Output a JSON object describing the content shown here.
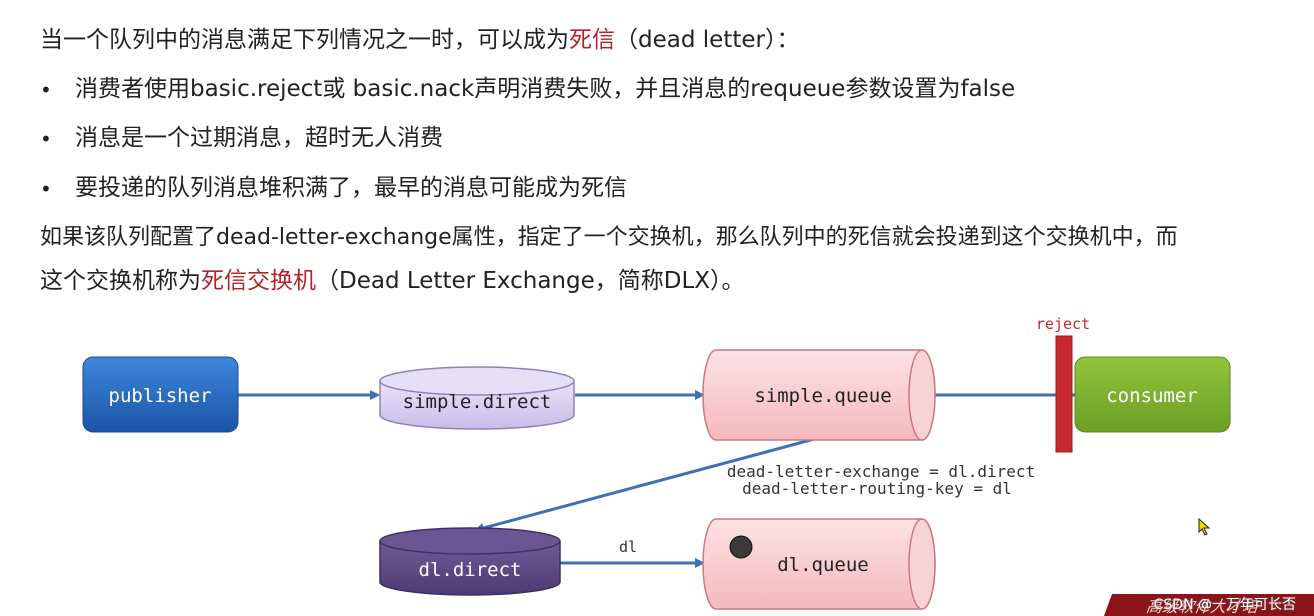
{
  "text": {
    "intro_prefix": "当一个队列中的消息满足下列情况之一时，可以成为",
    "intro_red": "死信",
    "intro_suffix": "（dead letter）：",
    "bullet_char": "•",
    "bullets": [
      "消费者使用basic.reject或 basic.nack声明消费失败，并且消息的requeue参数设置为false",
      "消息是一个过期消息，超时无人消费",
      "要投递的队列消息堆积满了，最早的消息可能成为死信"
    ],
    "para_line1": "如果该队列配置了dead-letter-exchange属性，指定了一个交换机，那么队列中的死信就会投递到这个交换机中，而",
    "para_line2_prefix": "这个交换机称为",
    "para_line2_red": "死信交换机",
    "para_line2_suffix": "（Dead Letter Exchange，简称DLX）。"
  },
  "diagram": {
    "publisher": "publisher",
    "simple_direct": "simple.direct",
    "simple_queue": "simple.queue",
    "consumer": "consumer",
    "reject": "reject",
    "dl_exchange_arg": "dead-letter-exchange = dl.direct",
    "dl_routing_arg": "dead-letter-routing-key = dl",
    "dl_direct": "dl.direct",
    "dl_edge": "dl",
    "dl_queue": "dl.queue"
  },
  "footer": {
    "watermark": "CSDN @一万年可长否",
    "banner": "高级软件人才培"
  },
  "colors": {
    "highlight_red": "#b0242b",
    "publisher_blue": "#1f5fb8",
    "exchange_lavender": "#d9d0f0",
    "queue_pink": "#f7c7c9",
    "consumer_green": "#79b02a",
    "reject_red": "#c8282c",
    "dl_exchange_purple": "#5e4a86",
    "arrow_blue": "#3f6fb8"
  }
}
